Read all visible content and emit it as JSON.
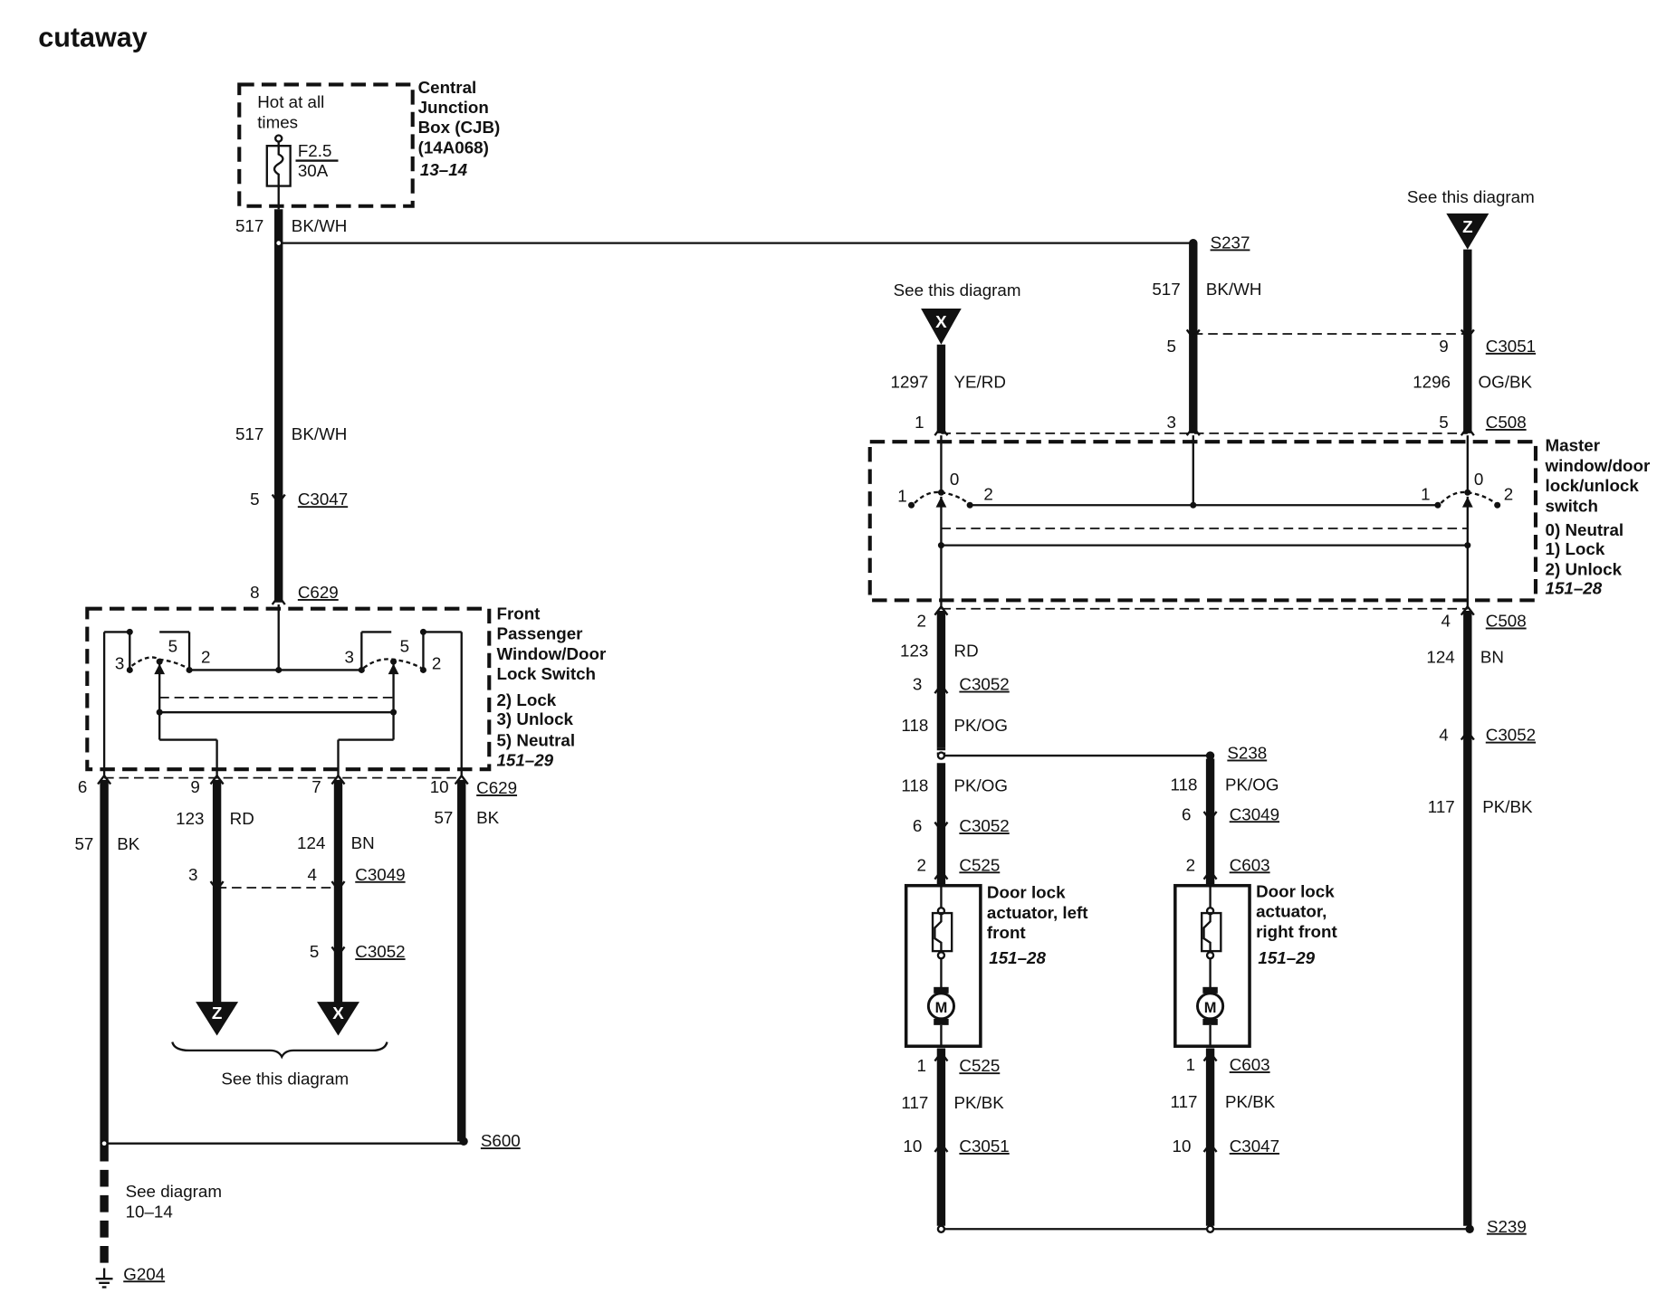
{
  "title": "cutaway",
  "cjb": {
    "hot_text": [
      "Hot at all",
      "times"
    ],
    "fuse_id": "F2.5",
    "fuse_rating": "30A",
    "label": [
      "Central",
      "Junction",
      "Box (CJB)",
      "(14A068)"
    ],
    "ref": "13–14"
  },
  "wire_517_bkwh": {
    "circuit": "517",
    "color": "BK/WH"
  },
  "splices": {
    "s237": "S237",
    "s238": "S238",
    "s239": "S239",
    "s600": "S600"
  },
  "ground": {
    "id": "G204",
    "note": [
      "See diagram",
      "10–14"
    ]
  },
  "see_this_diagram": "See this diagram",
  "connector_labels": {
    "c3047": "C3047",
    "c629": "C629",
    "c3049": "C3049",
    "c3052": "C3052",
    "c3051": "C3051",
    "c508": "C508",
    "c525": "C525",
    "c603": "C603"
  },
  "left_pins": {
    "p5": "5",
    "p8": "8",
    "p6": "6",
    "p9": "9",
    "p7": "7",
    "p10": "10",
    "p3": "3",
    "p4": "4",
    "p5b": "5"
  },
  "left_wires": {
    "w57a": {
      "circuit": "57",
      "color": "BK"
    },
    "w123": {
      "circuit": "123",
      "color": "RD"
    },
    "w124": {
      "circuit": "124",
      "color": "BN"
    },
    "w57b": {
      "circuit": "57",
      "color": "BK"
    }
  },
  "front_switch": {
    "label": [
      "Front",
      "Passenger",
      "Window/Door",
      "Lock Switch"
    ],
    "positions": [
      "2) Lock",
      "3) Unlock",
      "5) Neutral"
    ],
    "ref": "151–29",
    "contacts": {
      "a3": "3",
      "a5": "5",
      "a2": "2",
      "b3": "3",
      "b5": "5",
      "b2": "2"
    }
  },
  "offpage": {
    "x": "X",
    "z": "Z"
  },
  "master_switch": {
    "label": [
      "Master",
      "window/door",
      "lock/unlock",
      "switch"
    ],
    "positions": [
      "0) Neutral",
      "1) Lock",
      "2) Unlock"
    ],
    "ref": "151–28",
    "contacts": {
      "l1": "1",
      "l0": "0",
      "l2": "2",
      "r1": "1",
      "r0": "0",
      "r2": "2"
    }
  },
  "right_pins": {
    "x1": "1",
    "m5": "5",
    "m3": "3",
    "z9": "9",
    "z5": "5",
    "x2": "2",
    "x3": "3",
    "z4": "4",
    "z4b": "4",
    "l6": "6",
    "l2": "2",
    "l1": "1",
    "l10": "10",
    "r6": "6",
    "r2": "2",
    "r1": "1",
    "r10": "10"
  },
  "right_wires": {
    "w1297": {
      "circuit": "1297",
      "color": "YE/RD"
    },
    "w517": {
      "circuit": "517",
      "color": "BK/WH"
    },
    "w1296": {
      "circuit": "1296",
      "color": "OG/BK"
    },
    "w123": {
      "circuit": "123",
      "color": "RD"
    },
    "w124": {
      "circuit": "124",
      "color": "BN"
    },
    "w118a": {
      "circuit": "118",
      "color": "PK/OG"
    },
    "w118b": {
      "circuit": "118",
      "color": "PK/OG"
    },
    "w118c": {
      "circuit": "118",
      "color": "PK/OG"
    },
    "w117z": {
      "circuit": "117",
      "color": "PK/BK"
    },
    "w117l": {
      "circuit": "117",
      "color": "PK/BK"
    },
    "w117r": {
      "circuit": "117",
      "color": "PK/BK"
    }
  },
  "actuator_left": {
    "label": [
      "Door lock",
      "actuator, left",
      "front"
    ],
    "ref": "151–28"
  },
  "actuator_right": {
    "label": [
      "Door lock",
      "actuator,",
      "right front"
    ],
    "ref": "151–29"
  },
  "motor_label": "M"
}
